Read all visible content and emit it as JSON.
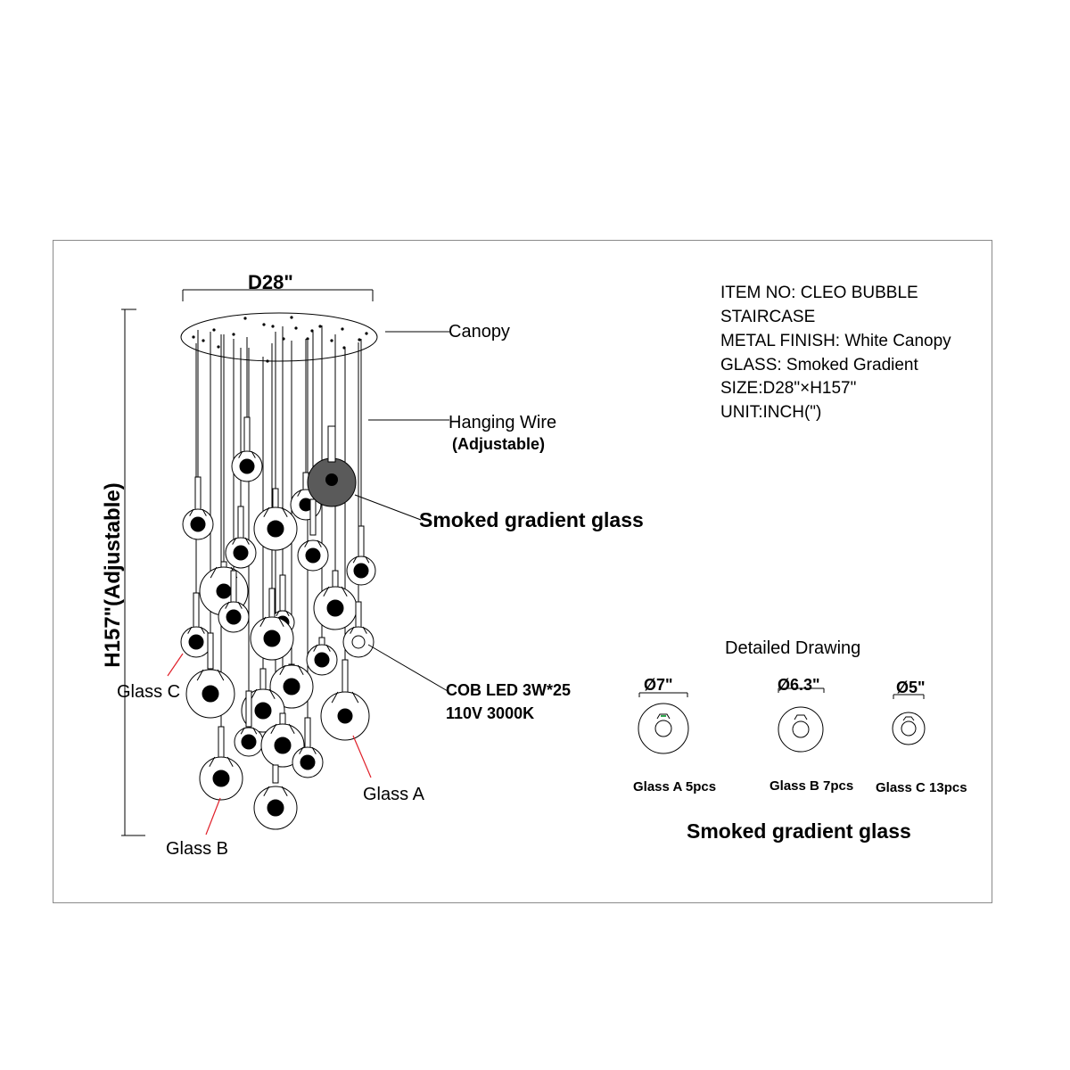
{
  "drawing": {
    "width_dimension": "D28\"",
    "height_dimension": "H157\"(Adjustable)"
  },
  "callouts": {
    "canopy": "Canopy",
    "hanging_wire": "Hanging Wire",
    "hanging_wire_note": "(Adjustable)",
    "smoked_glass": "Smoked gradient glass",
    "cob_led_line1": "COB LED 3W*25",
    "cob_led_line2": "110V 3000K",
    "glass_a": "Glass A",
    "glass_b": "Glass B",
    "glass_c": "Glass C"
  },
  "specs": {
    "item_no_line1": "ITEM NO: CLEO BUBBLE",
    "item_no_line2": "STAIRCASE",
    "metal_finish": "METAL FINISH: White Canopy",
    "glass": "GLASS: Smoked Gradient",
    "size": "SIZE:D28\"×H157\"",
    "unit": "UNIT:INCH(\")"
  },
  "detail": {
    "title": "Detailed Drawing",
    "footer": "Smoked gradient glass",
    "glasses": [
      {
        "dimension": "Ø7\"",
        "caption": "Glass A 5pcs"
      },
      {
        "dimension": "Ø6.3\"",
        "caption": "Glass B 7pcs"
      },
      {
        "dimension": "Ø5\"",
        "caption": "Glass C 13pcs"
      }
    ]
  },
  "colors": {
    "line": "#000000",
    "frame": "#8a8a8a",
    "leader_red": "#e0202a",
    "smoked_glass": "#5a5a5a",
    "accent_green": "#2fa84f"
  }
}
